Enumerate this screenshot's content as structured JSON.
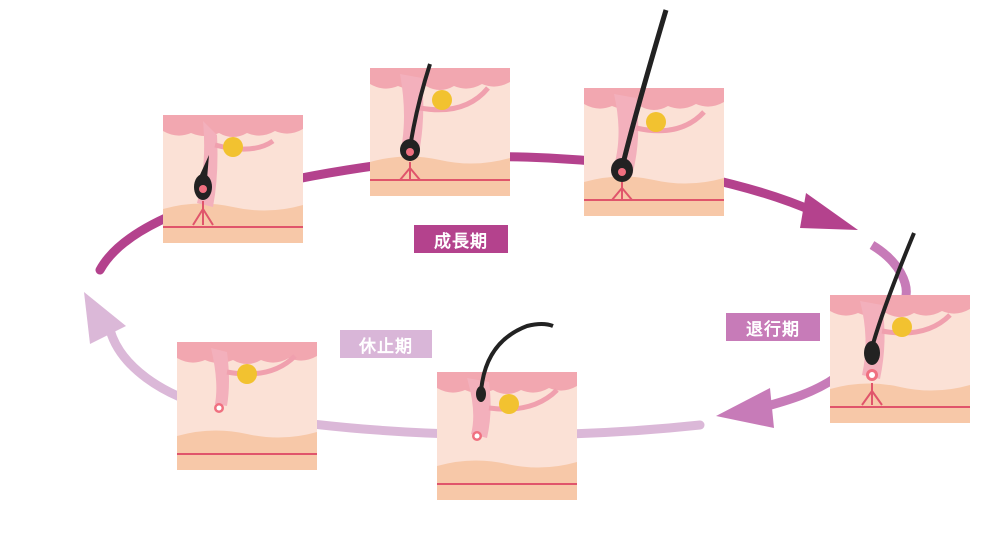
{
  "labels": {
    "growth": "成長期",
    "catagen": "退行期",
    "telogen": "休止期"
  },
  "colors": {
    "growth_arrow": "#b4428d",
    "catagen_arrow": "#c77bb8",
    "telogen_arrow": "#dbb8d8",
    "skin_top": "#f2a7b0",
    "dermis": "#fbe1d6",
    "fat": "#f7c8a8",
    "line": "#e0556b",
    "hair": "#222222",
    "gland": "#f2c230"
  }
}
